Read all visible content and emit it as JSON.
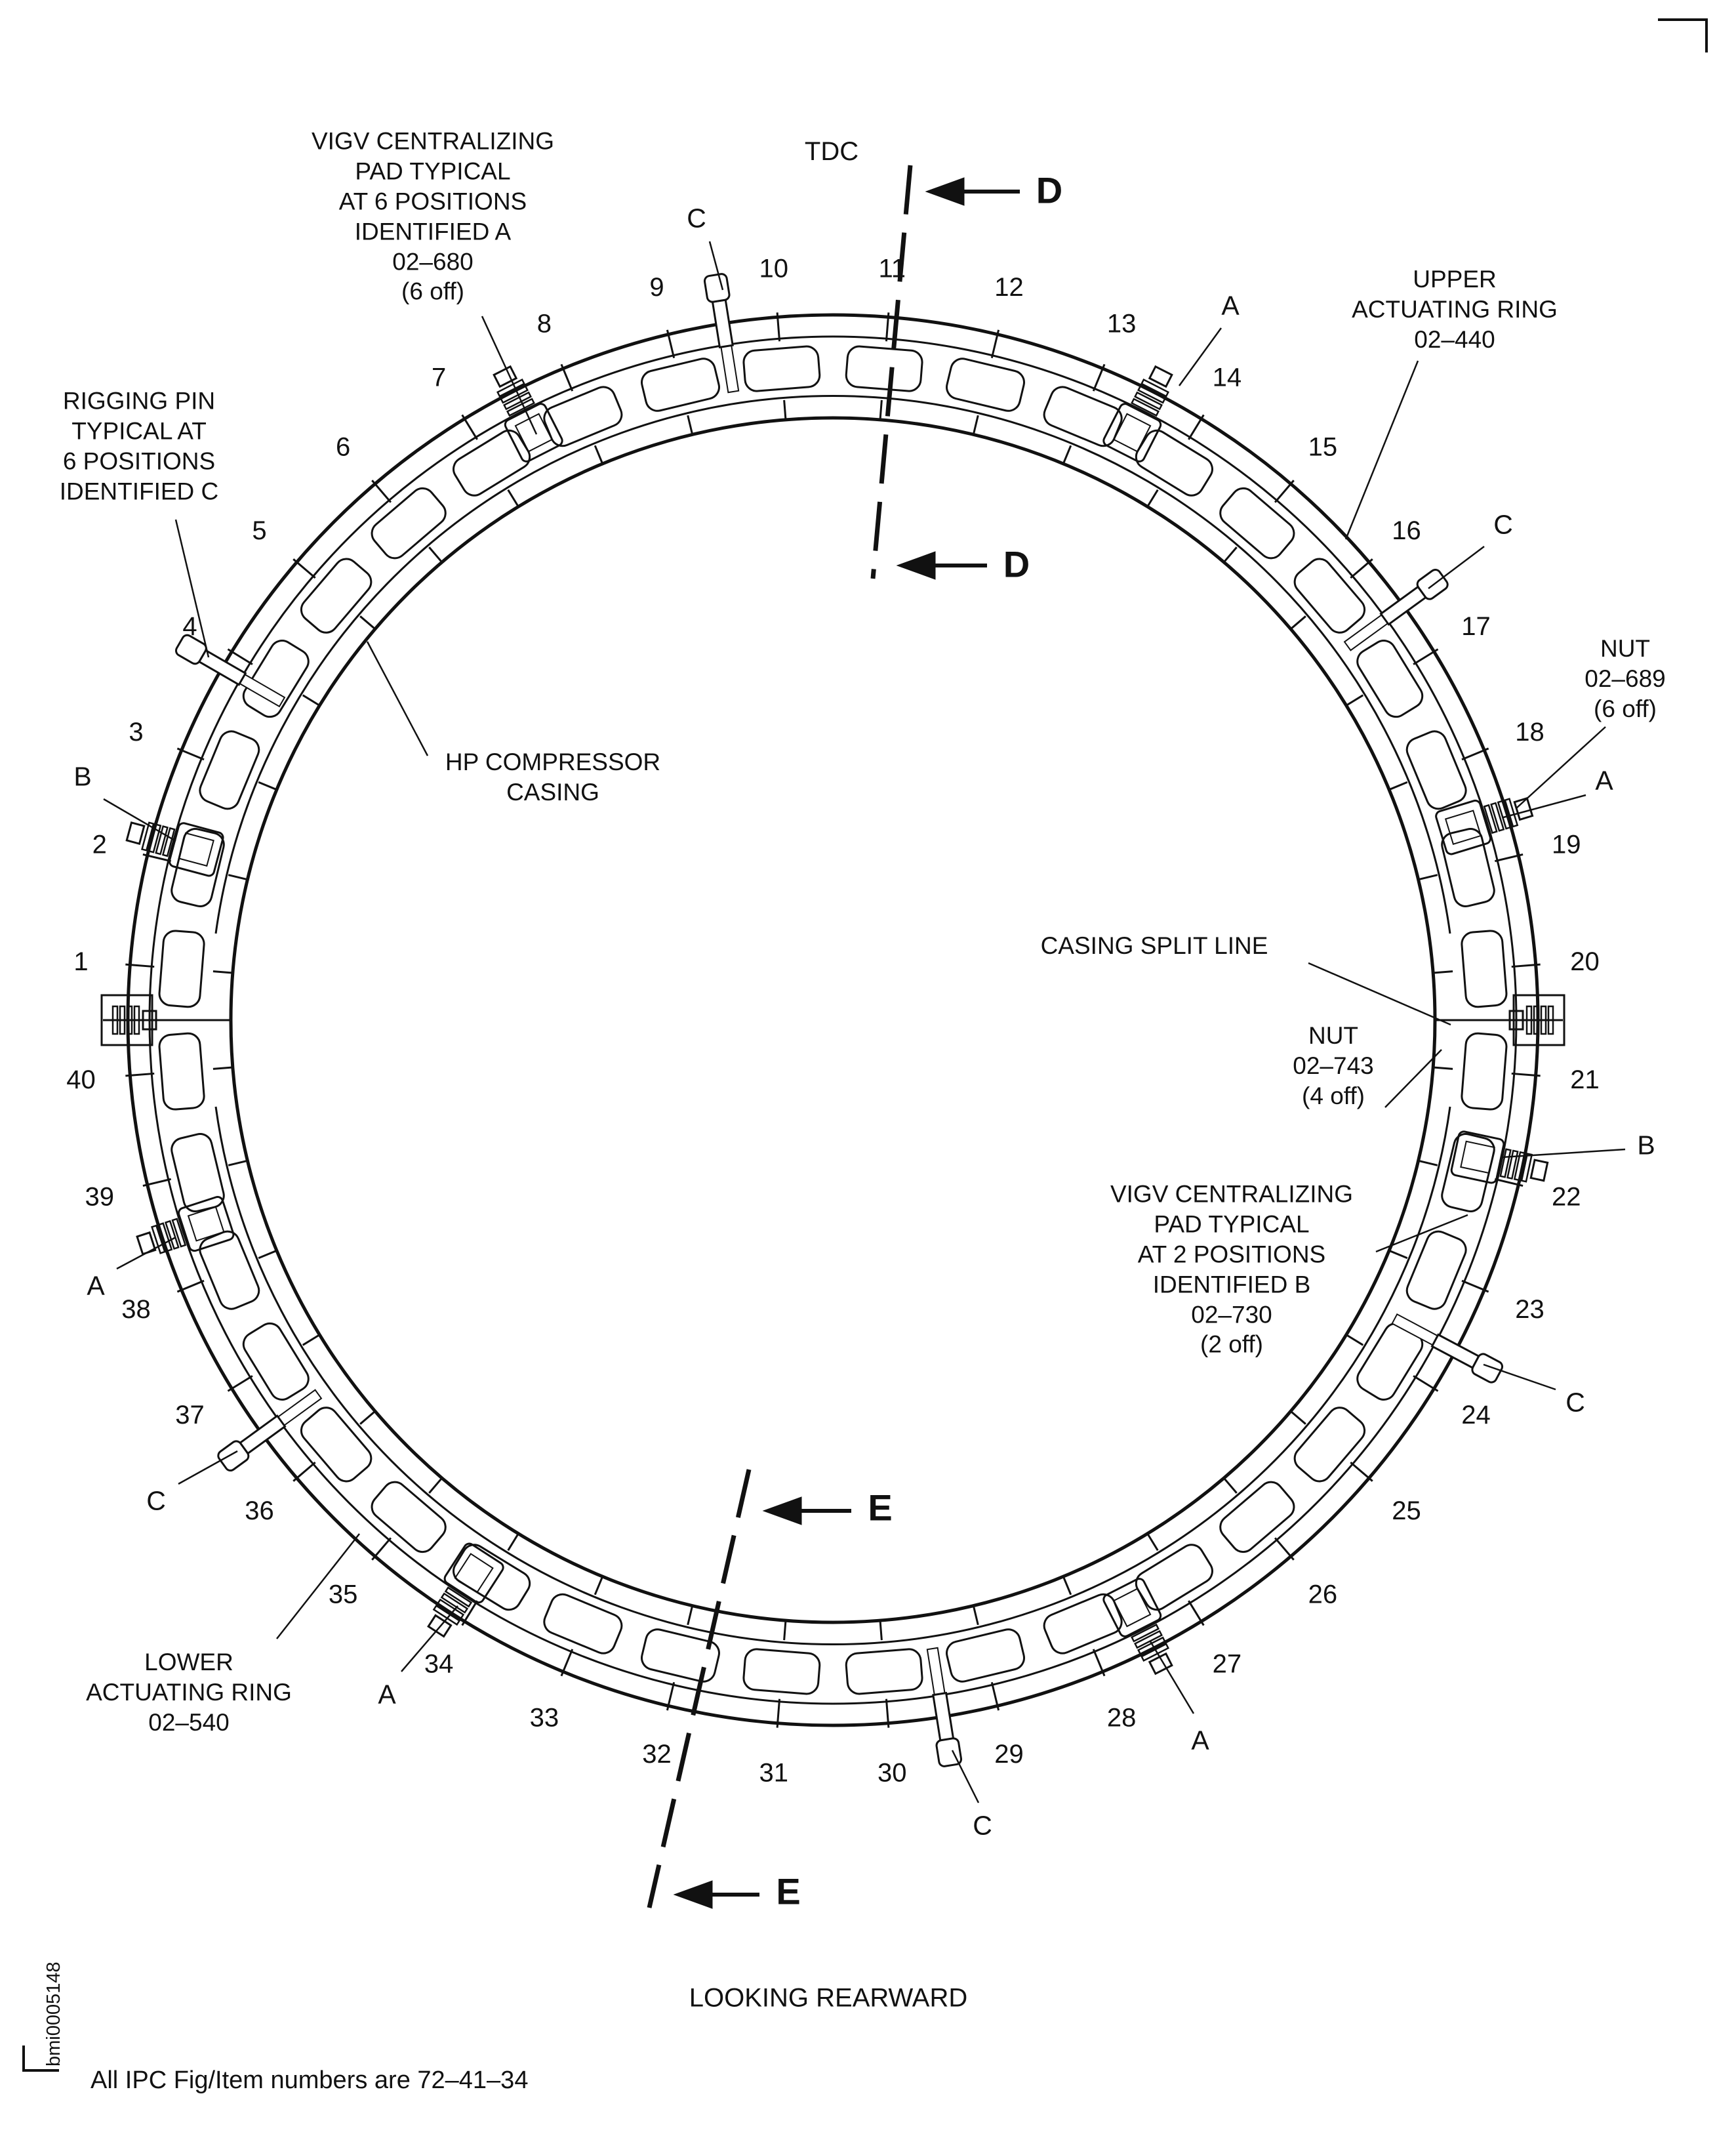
{
  "figure": {
    "tdc": "TDC",
    "looking_rearward": "LOOKING REARWARD",
    "ipc_note": "All IPC Fig/Item numbers are 72–41–34",
    "doc_id": "bmi0005148",
    "ink_color": "#111111",
    "background_color": "#ffffff"
  },
  "markers": {
    "a": "A",
    "b": "B",
    "c": "C",
    "d": "D",
    "e": "E"
  },
  "callouts": {
    "vigv_pad_a": "VIGV CENTRALIZING\nPAD TYPICAL\nAT 6 POSITIONS\nIDENTIFIED A\n02–680\n(6 off)",
    "rigging_pin": "RIGGING PIN\nTYPICAL AT\n6 POSITIONS\nIDENTIFIED C",
    "upper_actuating_ring": "UPPER\nACTUATING RING\n02–440",
    "hp_compressor_casing": "HP COMPRESSOR\nCASING",
    "nut_02_689": "NUT\n02–689\n(6 off)",
    "casing_split_line": "CASING SPLIT LINE",
    "nut_02_743": "NUT\n02–743\n(4 off)",
    "vigv_pad_b": "VIGV CENTRALIZING\nPAD TYPICAL\nAT 2 POSITIONS\nIDENTIFIED B\n02–730\n(2 off)",
    "lower_actuating_ring": "LOWER\nACTUATING RING\n02–540"
  },
  "positions": {
    "count": 40,
    "numbers": [
      1,
      2,
      3,
      4,
      5,
      6,
      7,
      8,
      9,
      10,
      11,
      12,
      13,
      14,
      15,
      16,
      17,
      18,
      19,
      20,
      21,
      22,
      23,
      24,
      25,
      26,
      27,
      28,
      29,
      30,
      31,
      32,
      33,
      34,
      35,
      36,
      37,
      38,
      39,
      40
    ]
  }
}
